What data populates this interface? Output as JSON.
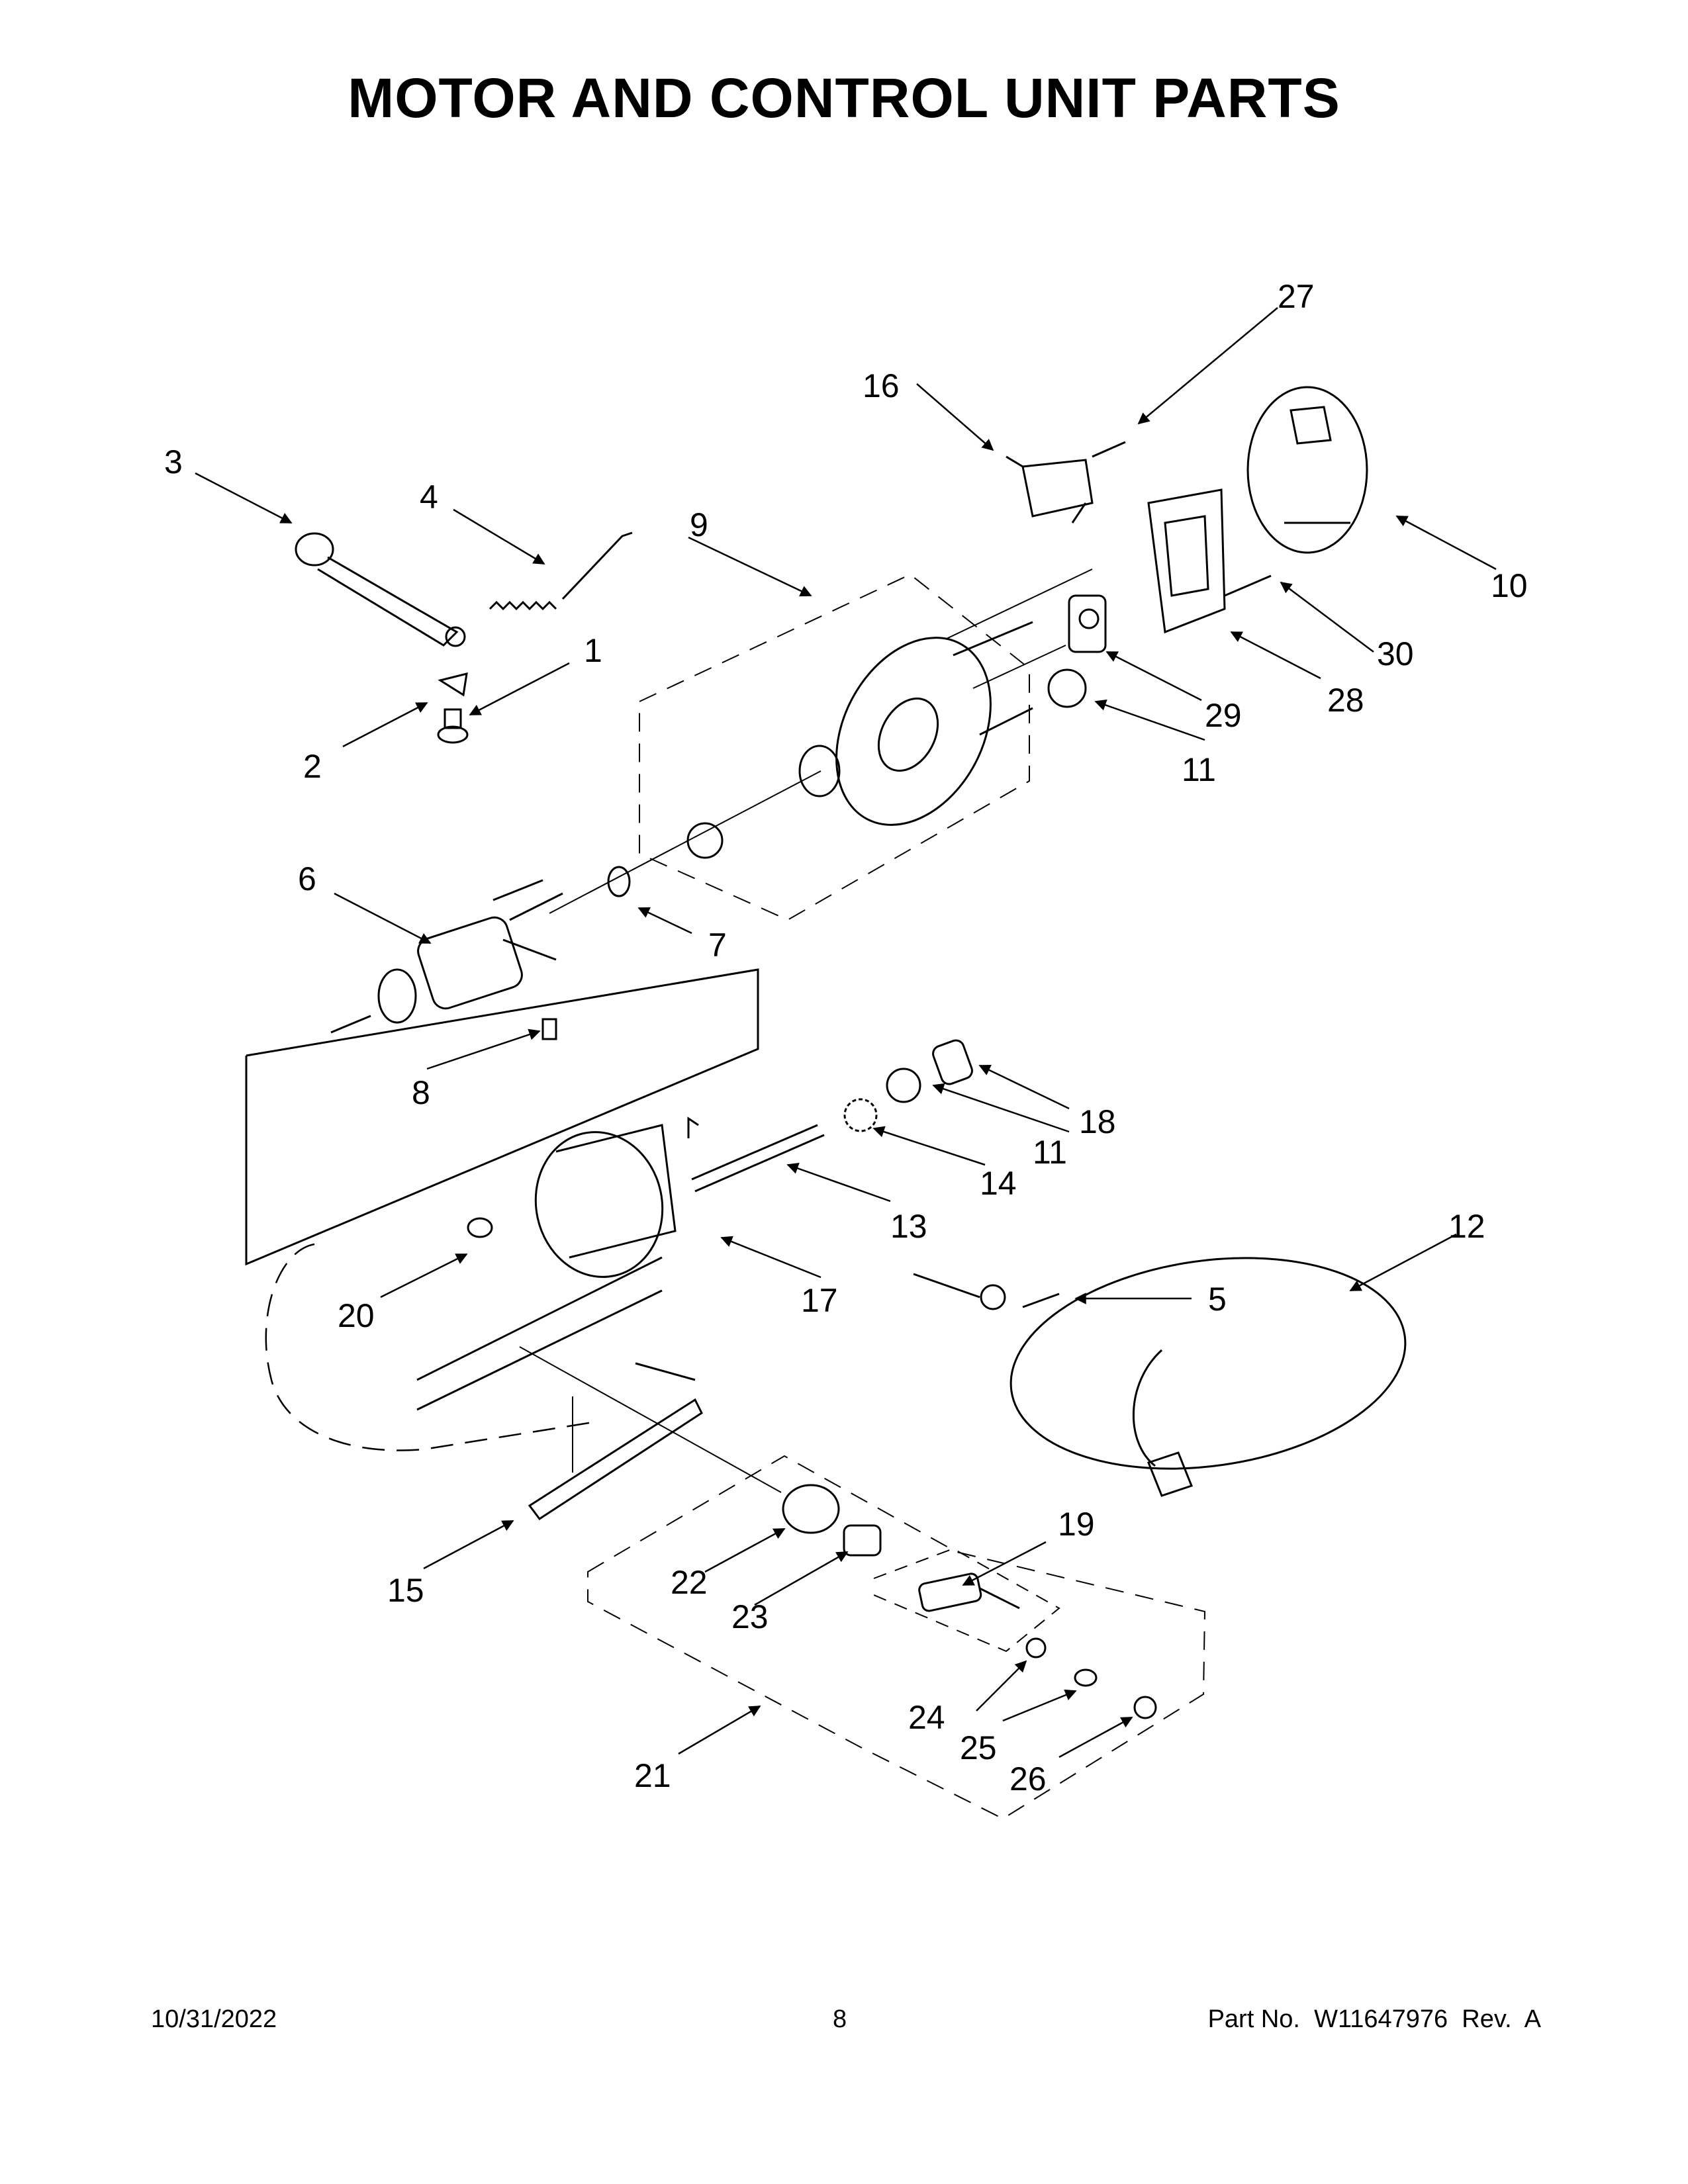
{
  "title": "MOTOR AND CONTROL UNIT PARTS",
  "callouts": [
    "1",
    "2",
    "3",
    "4",
    "5",
    "6",
    "7",
    "8",
    "9",
    "10",
    "11",
    "11",
    "12",
    "13",
    "14",
    "15",
    "16",
    "17",
    "18",
    "19",
    "20",
    "21",
    "22",
    "23",
    "24",
    "25",
    "26",
    "27",
    "28",
    "29",
    "30"
  ],
  "footer": {
    "date": "10/31/2022",
    "page": "8",
    "part": "Part No.  W11647976  Rev.  A"
  }
}
